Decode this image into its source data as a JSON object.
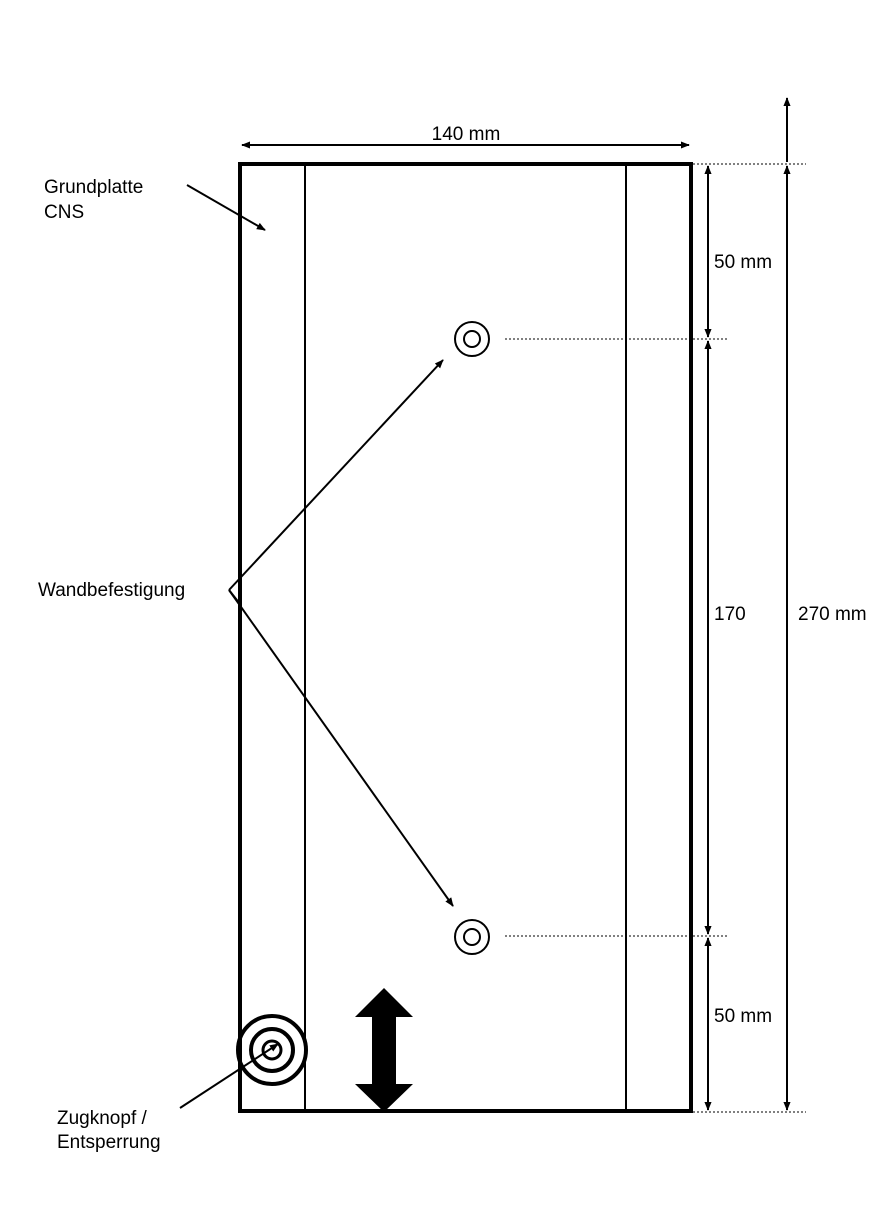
{
  "labels": {
    "width": "140 mm",
    "base_plate_line1": "Grundplatte",
    "base_plate_line2": "CNS",
    "wall_mount": "Wandbefestigung",
    "top_offset": "50 mm",
    "middle_distance": "170",
    "total_height": "270 mm",
    "bottom_offset": "50 mm",
    "pull_knob_line1": "Zugknopf /",
    "pull_knob_line2": "Entsperrung"
  },
  "colors": {
    "line": "#000000",
    "background": "#ffffff"
  }
}
